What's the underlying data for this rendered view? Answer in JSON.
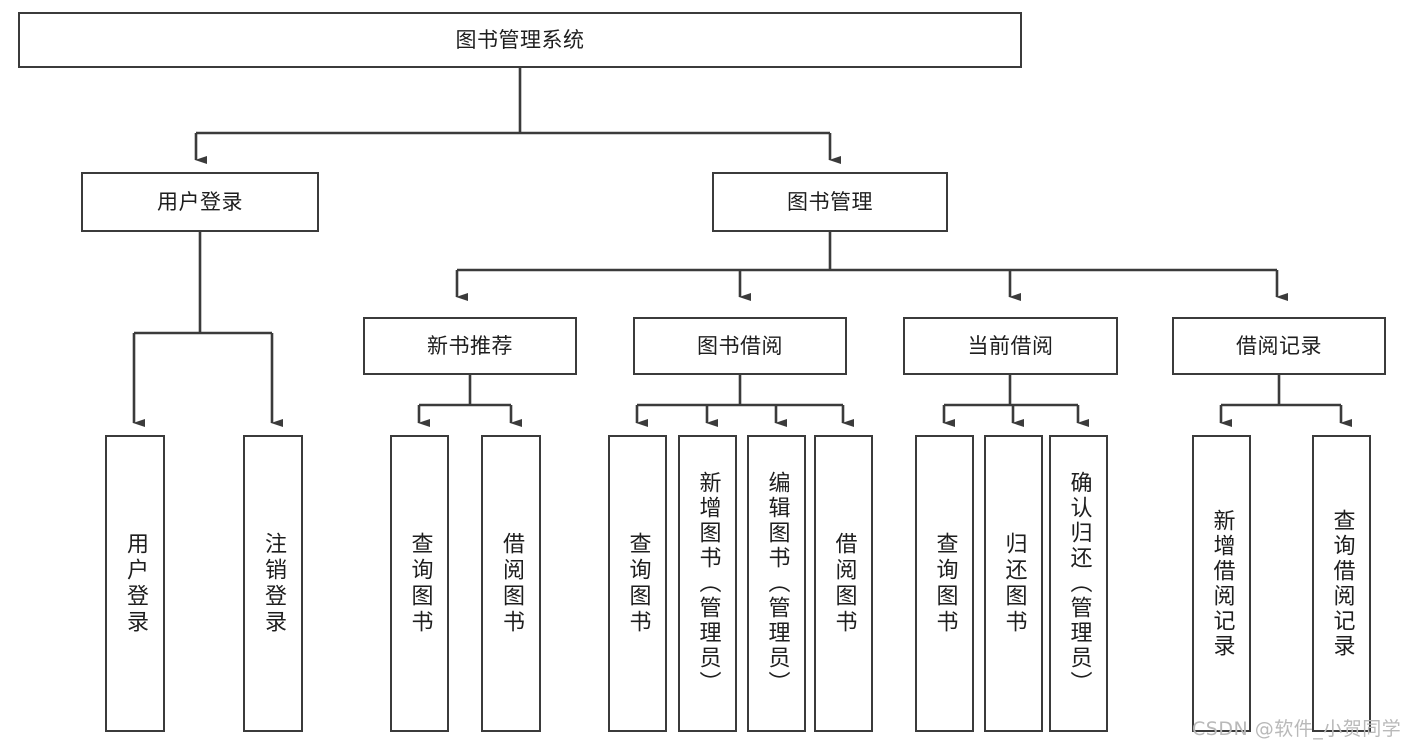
{
  "diagram": {
    "type": "tree",
    "title": "图书管理系统",
    "root": {
      "label": "图书管理系统"
    },
    "level1": [
      {
        "label": "用户登录"
      },
      {
        "label": "图书管理"
      }
    ],
    "level2": [
      {
        "label": "新书推荐"
      },
      {
        "label": "图书借阅"
      },
      {
        "label": "当前借阅"
      },
      {
        "label": "借阅记录"
      }
    ],
    "leaves": {
      "user_login": [
        {
          "label": "用户登录"
        },
        {
          "label": "注销登录"
        }
      ],
      "new_book_recommend": [
        {
          "label": "查询图书"
        },
        {
          "label": "借阅图书"
        }
      ],
      "book_borrow": [
        {
          "label": "查询图书"
        },
        {
          "label": "新增图书（管理员）"
        },
        {
          "label": "编辑图书（管理员）"
        },
        {
          "label": "借阅图书"
        }
      ],
      "current_borrow": [
        {
          "label": "查询图书"
        },
        {
          "label": "归还图书"
        },
        {
          "label": "确认归还（管理员）"
        }
      ],
      "borrow_record": [
        {
          "label": "新增借阅记录"
        },
        {
          "label": "查询借阅记录"
        }
      ]
    }
  },
  "watermark": {
    "text": "CSDN @软件_小贺同学"
  },
  "colors": {
    "stroke": "#3b3b3b",
    "text": "#1e1e1e",
    "background": "#ffffff",
    "watermark": "#b9b9b9"
  }
}
